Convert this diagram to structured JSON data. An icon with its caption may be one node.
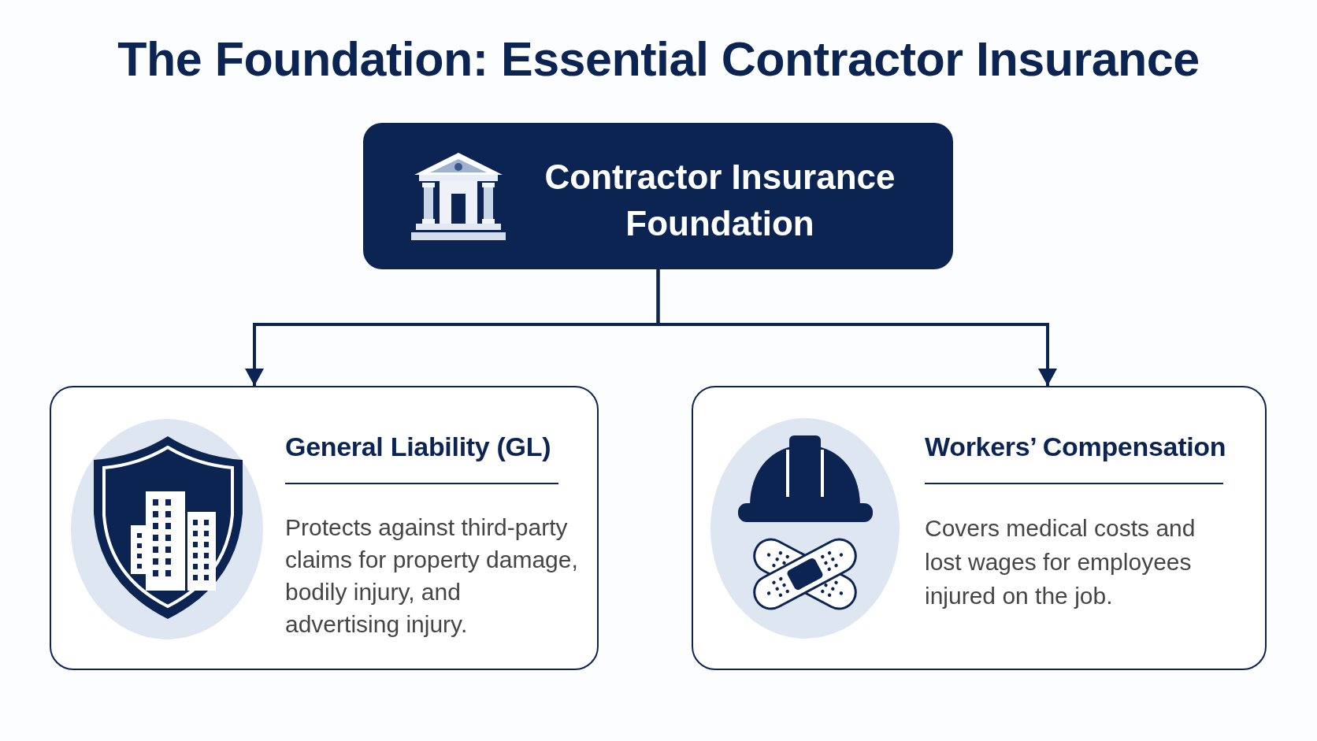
{
  "diagram": {
    "title": "The Foundation: Essential Contractor Insurance",
    "nodes": [
      {
        "text": [
          "Contractor Insurance Foundation"
        ]
      },
      {
        "text": [
          "General Liability (GL)",
          "Protects against third-party claims for property damage, bodily injury, and advertising injury."
        ]
      },
      {
        "text": [
          "Workers’ Compensation",
          "Covers medical costs and lost wages for employees injured on the job."
        ]
      }
    ],
    "edges": [
      {
        "from": 0,
        "to": 1,
        "arrow": "to"
      },
      {
        "from": 0,
        "to": 2,
        "arrow": "to"
      }
    ]
  }
}
